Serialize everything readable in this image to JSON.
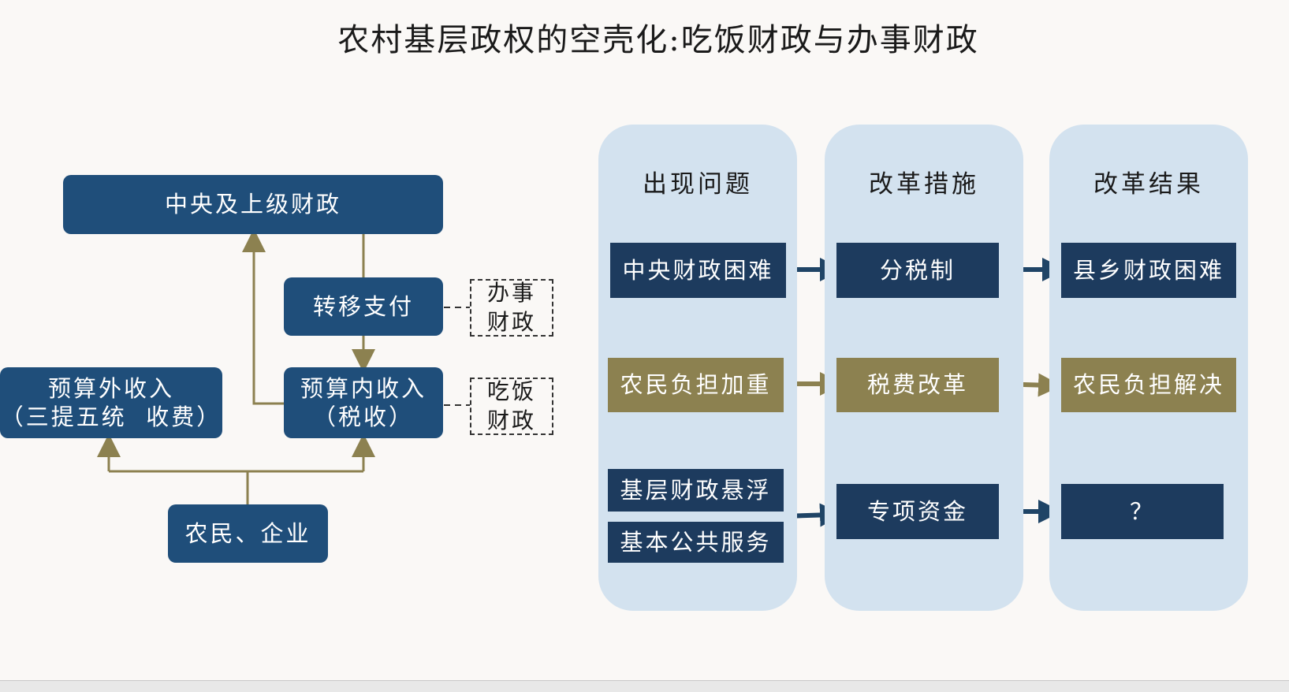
{
  "title": "农村基层政权的空壳化:吃饭财政与办事财政",
  "left": {
    "central": "中央及上级财政",
    "transfer": "转移支付",
    "inside_line1": "预算内收入",
    "inside_line2": "（税收）",
    "outside_line1": "预算外收入",
    "outside_line2": "（三提五统  收费）",
    "farmers": "农民、企业",
    "banshi_line1": "办事",
    "banshi_line2": "财政",
    "chifan_line1": "吃饭",
    "chifan_line2": "财政"
  },
  "columns": {
    "problems": "出现问题",
    "measures": "改革措施",
    "results": "改革结果"
  },
  "rows": {
    "r1": {
      "problem": "中央财政困难",
      "measure": "分税制",
      "result": "县乡财政困难"
    },
    "r2": {
      "problem": "农民负担加重",
      "measure": "税费改革",
      "result": "农民负担解决"
    },
    "r3": {
      "problem_a": "基层财政悬浮",
      "problem_b": "基本公共服务",
      "measure": "专项资金",
      "result": "？"
    }
  },
  "colors": {
    "navy": "#1f4e7a",
    "dark_navy": "#1d3b5e",
    "gold": "#8c8150",
    "connector": "#8c8150",
    "arrow": "#1f4466",
    "column_bg": "#d3e2ef"
  }
}
